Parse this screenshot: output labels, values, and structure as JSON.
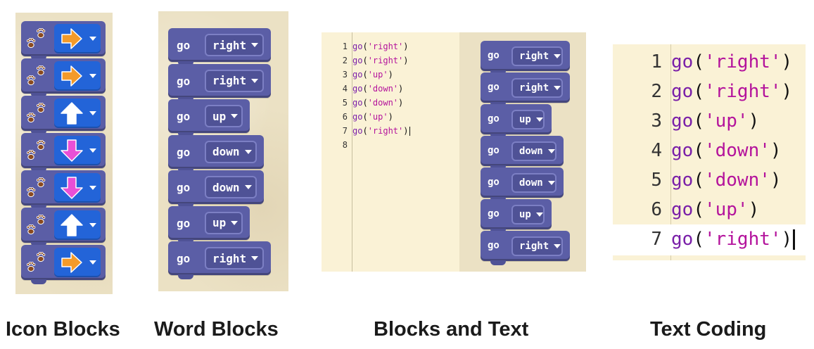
{
  "captions": {
    "icon_blocks": "Icon Blocks",
    "word_blocks": "Word Blocks",
    "blocks_and_text": "Blocks and Text",
    "text_coding": "Text Coding"
  },
  "icon_blocks": {
    "icons": [
      "paw-icon",
      "arrow-right-icon",
      "arrow-up-icon",
      "arrow-down-icon",
      "dropdown-caret-icon"
    ],
    "items": [
      "right",
      "right",
      "up",
      "down",
      "down",
      "up",
      "right"
    ],
    "colors": {
      "block": "#5b5ea6",
      "box": "#2364d8",
      "right": "#f39a2a",
      "up": "#ffffff",
      "down": "#e94fd6",
      "paw": "#8a4a1f"
    }
  },
  "word_blocks": {
    "command": "go",
    "items": [
      "right",
      "right",
      "up",
      "down",
      "down",
      "up",
      "right"
    ]
  },
  "blocks_and_text": {
    "line_numbers": [
      "1",
      "2",
      "3",
      "4",
      "5",
      "6",
      "7",
      "8"
    ],
    "code": [
      {
        "fn": "go",
        "open": "(",
        "arg": "'right'",
        "close": ")"
      },
      {
        "fn": "go",
        "open": "(",
        "arg": "'right'",
        "close": ")"
      },
      {
        "fn": "go",
        "open": "(",
        "arg": "'up'",
        "close": ")"
      },
      {
        "fn": "go",
        "open": "(",
        "arg": "'down'",
        "close": ")"
      },
      {
        "fn": "go",
        "open": "(",
        "arg": "'down'",
        "close": ")"
      },
      {
        "fn": "go",
        "open": "(",
        "arg": "'up'",
        "close": ")"
      },
      {
        "fn": "go",
        "open": "(",
        "arg": "'right'",
        "close": ")"
      }
    ],
    "command": "go",
    "blocks": [
      "right",
      "right",
      "up",
      "down",
      "down",
      "up",
      "right"
    ]
  },
  "text_coding": {
    "line_numbers": [
      "1",
      "2",
      "3",
      "4",
      "5",
      "6",
      "7"
    ],
    "code": [
      {
        "fn": "go",
        "open": "(",
        "arg": "'right'",
        "close": ")"
      },
      {
        "fn": "go",
        "open": "(",
        "arg": "'right'",
        "close": ")"
      },
      {
        "fn": "go",
        "open": "(",
        "arg": "'up'",
        "close": ")"
      },
      {
        "fn": "go",
        "open": "(",
        "arg": "'down'",
        "close": ")"
      },
      {
        "fn": "go",
        "open": "(",
        "arg": "'down'",
        "close": ")"
      },
      {
        "fn": "go",
        "open": "(",
        "arg": "'up'",
        "close": ")"
      },
      {
        "fn": "go",
        "open": "(",
        "arg": "'right'",
        "close": ")"
      }
    ]
  }
}
